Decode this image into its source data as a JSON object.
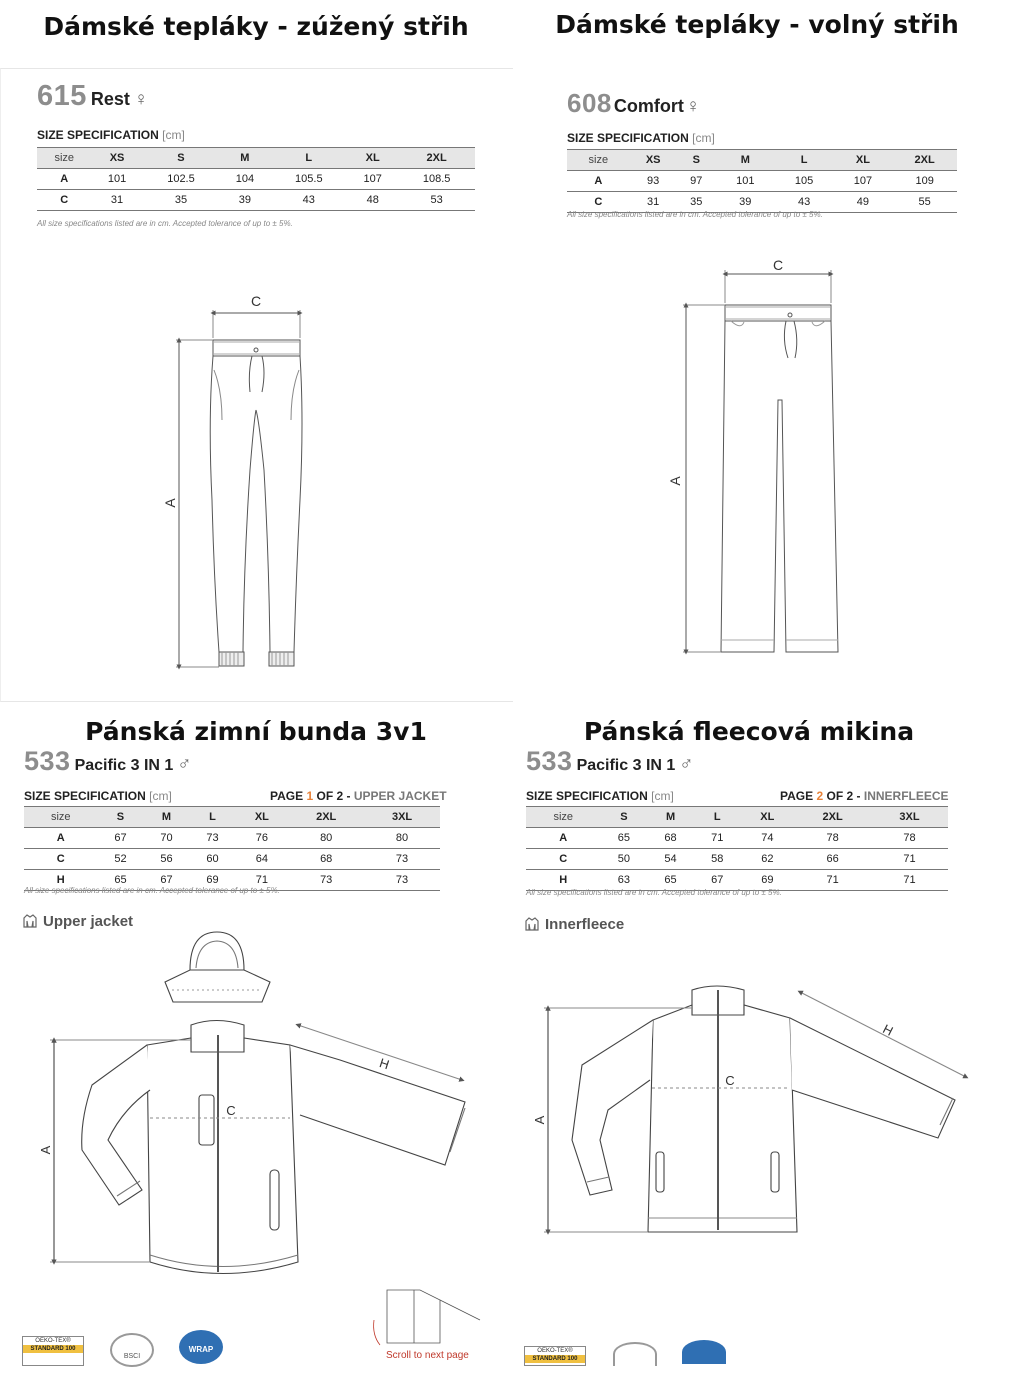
{
  "panels": [
    {
      "heading": "Dámské tepláky - zúžený střih",
      "model": {
        "code": "615",
        "name": "Rest",
        "symbol": "♀"
      },
      "spec_title": "SIZE SPECIFICATION",
      "spec_unit": "[cm]",
      "table": {
        "headers": [
          "size",
          "XS",
          "S",
          "M",
          "L",
          "XL",
          "2XL"
        ],
        "rows": [
          [
            "A",
            "101",
            "102.5",
            "104",
            "105.5",
            "107",
            "108.5"
          ],
          [
            "C",
            "31",
            "35",
            "39",
            "43",
            "48",
            "53"
          ]
        ]
      },
      "note": "All size specifications listed are in cm. Accepted tolerance of up to ± 5%.",
      "labels": {
        "c": "C",
        "a": "A"
      }
    },
    {
      "heading": "Dámské tepláky - volný střih",
      "model": {
        "code": "608",
        "name": "Comfort",
        "symbol": "♀"
      },
      "spec_title": "SIZE SPECIFICATION",
      "spec_unit": "[cm]",
      "table": {
        "headers": [
          "size",
          "XS",
          "S",
          "M",
          "L",
          "XL",
          "2XL"
        ],
        "rows": [
          [
            "A",
            "93",
            "97",
            "101",
            "105",
            "107",
            "109"
          ],
          [
            "C",
            "31",
            "35",
            "39",
            "43",
            "49",
            "55"
          ]
        ]
      },
      "note": "All size specifications listed are in cm. Accepted tolerance of up to ± 5%.",
      "labels": {
        "c": "C",
        "a": "A"
      }
    },
    {
      "heading": "Pánská zimní bunda 3v1",
      "model": {
        "code": "533",
        "name": "Pacific 3 IN 1",
        "symbol": "♂"
      },
      "spec_title": "SIZE SPECIFICATION",
      "spec_unit": "[cm]",
      "page": {
        "prefix": "PAGE",
        "num": "1",
        "of": "OF 2 -",
        "part": "UPPER JACKET"
      },
      "table": {
        "headers": [
          "size",
          "S",
          "M",
          "L",
          "XL",
          "2XL",
          "3XL"
        ],
        "rows": [
          [
            "A",
            "67",
            "70",
            "73",
            "76",
            "80",
            "80"
          ],
          [
            "C",
            "52",
            "56",
            "60",
            "64",
            "68",
            "73"
          ],
          [
            "H",
            "65",
            "67",
            "69",
            "71",
            "73",
            "73"
          ]
        ]
      },
      "note": "All size specifications listed are in cm. Accepted tolerance of up to ± 5%.",
      "section": "Upper jacket",
      "labels": {
        "c": "C",
        "a": "A",
        "h": "H"
      },
      "scroll_label": "Scroll to next page"
    },
    {
      "heading": "Pánská fleecová mikina",
      "model": {
        "code": "533",
        "name": "Pacific 3 IN 1",
        "symbol": "♂"
      },
      "spec_title": "SIZE SPECIFICATION",
      "spec_unit": "[cm]",
      "page": {
        "prefix": "PAGE",
        "num": "2",
        "of": "OF 2 -",
        "part": "INNERFLEECE"
      },
      "table": {
        "headers": [
          "size",
          "S",
          "M",
          "L",
          "XL",
          "2XL",
          "3XL"
        ],
        "rows": [
          [
            "A",
            "65",
            "68",
            "71",
            "74",
            "78",
            "78"
          ],
          [
            "C",
            "50",
            "54",
            "58",
            "62",
            "66",
            "71"
          ],
          [
            "H",
            "63",
            "65",
            "67",
            "69",
            "71",
            "71"
          ]
        ]
      },
      "note": "All size specifications listed are in cm. Accepted tolerance of up to ± 5%.",
      "section": "Innerfleece",
      "labels": {
        "c": "C",
        "a": "A",
        "h": "H"
      }
    }
  ],
  "logos": {
    "oeko_tex": "OEKO-TEX®",
    "oeko_standard": "STANDARD 100",
    "bsci": "BSCI",
    "wrap": "WRAP"
  }
}
